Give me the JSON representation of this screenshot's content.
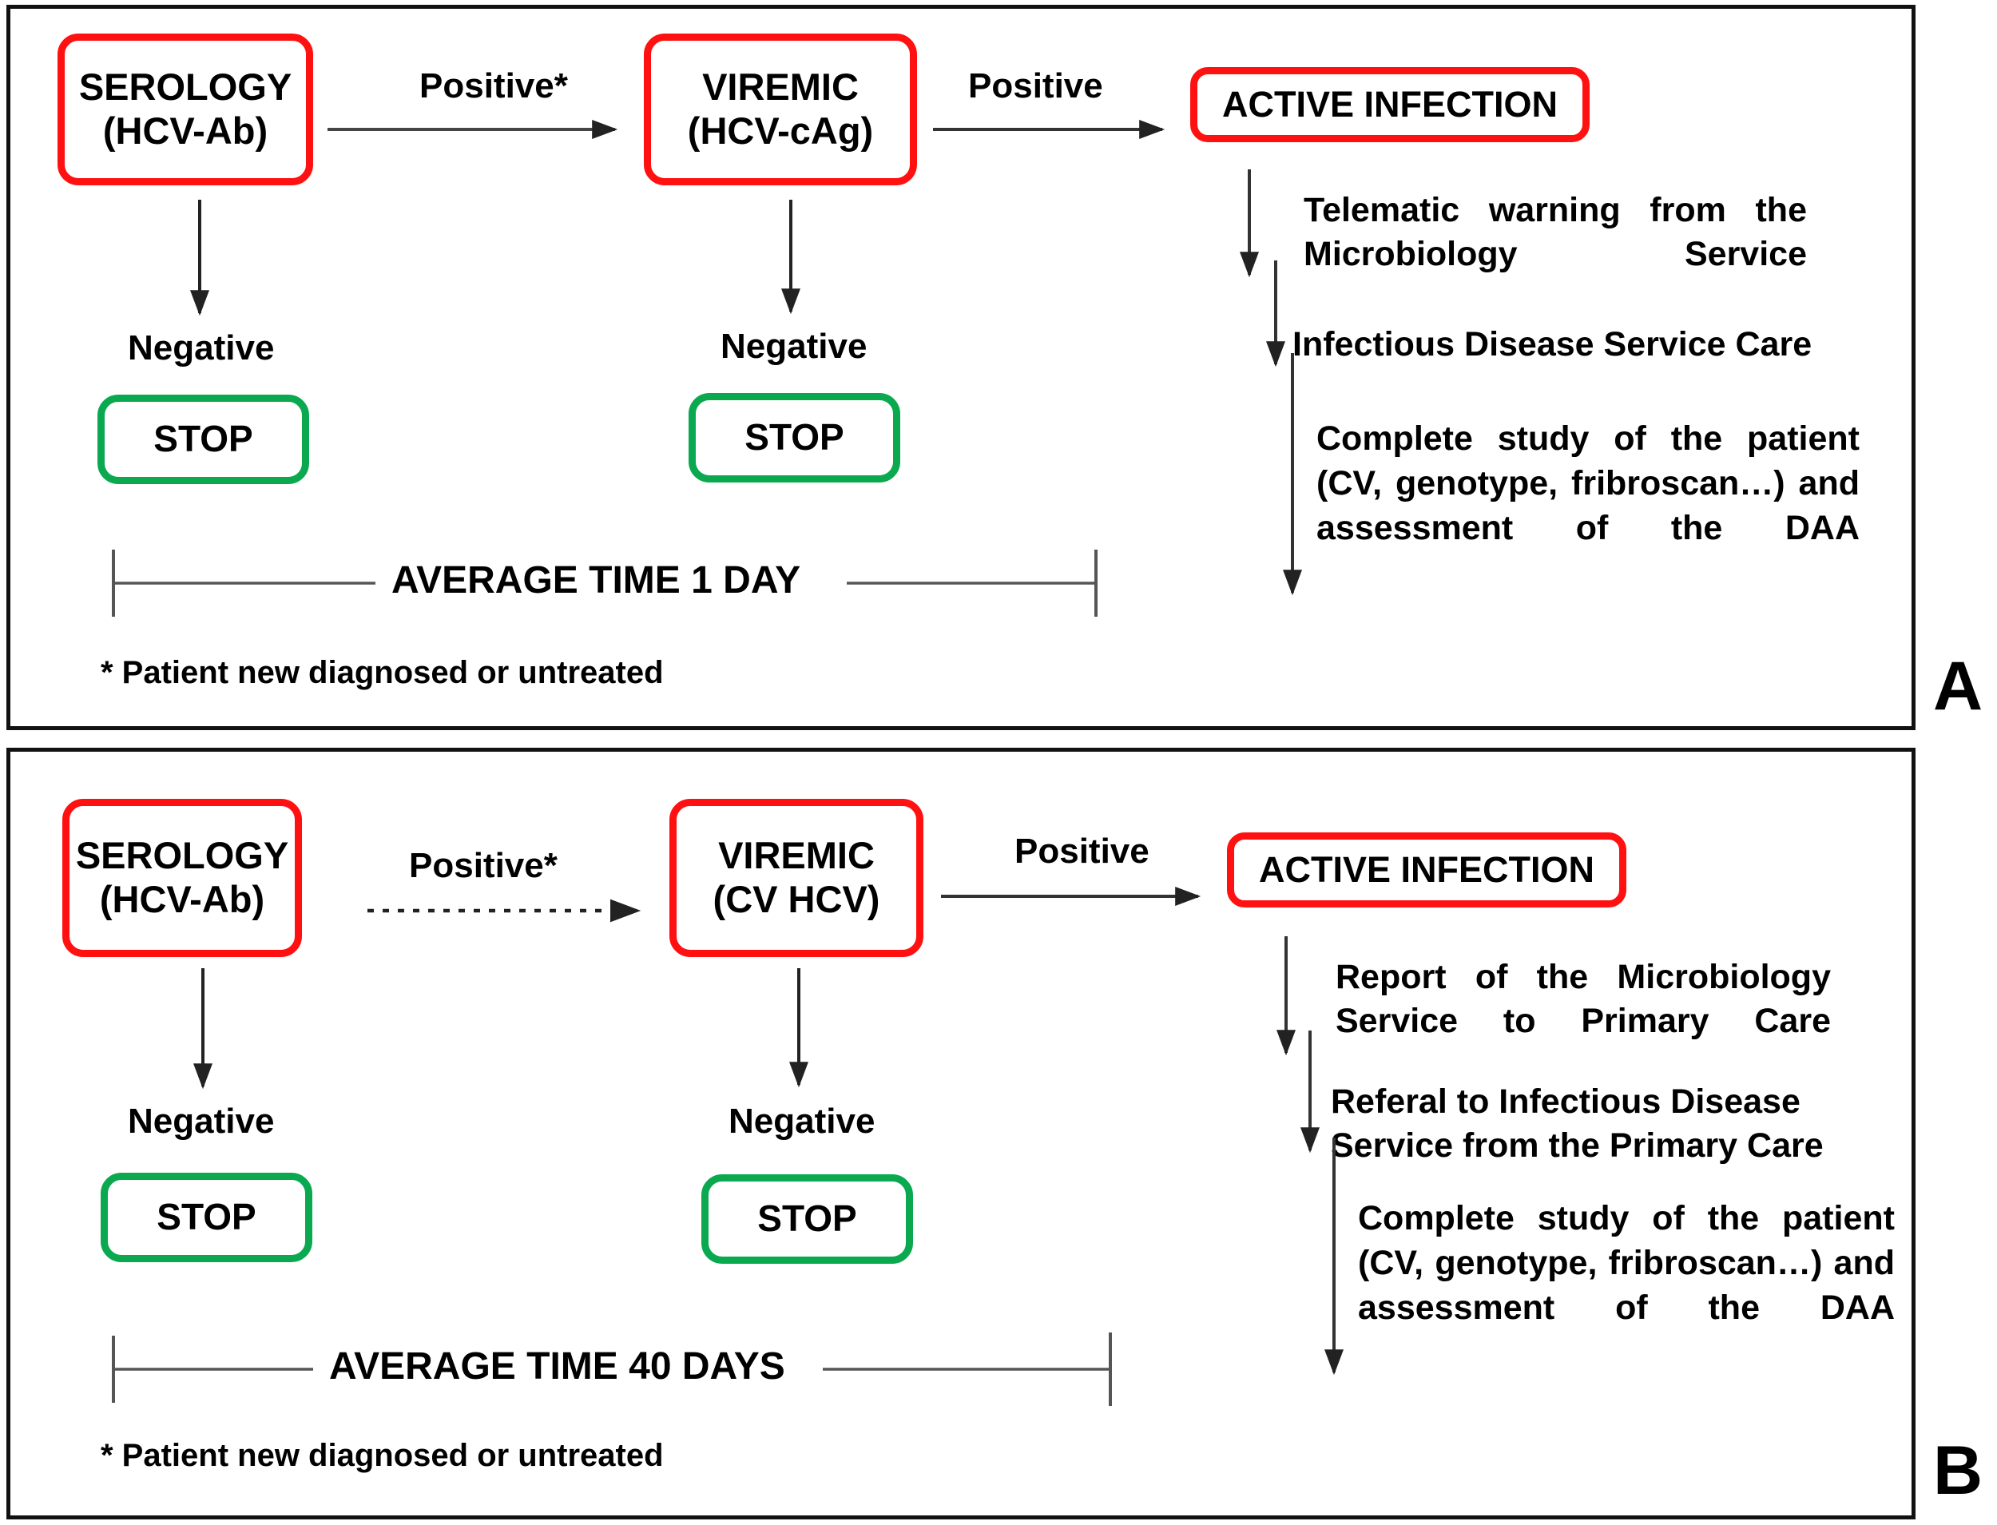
{
  "figure": {
    "type": "flowchart",
    "panels": [
      {
        "letter": "A",
        "nodes": {
          "serology": {
            "line1": "SEROLOGY",
            "line2": "(HCV-Ab)",
            "border_color": "#FF1111"
          },
          "viremic": {
            "line1": "VIREMIC",
            "line2": "(HCV-cAg)",
            "border_color": "#FF1111"
          },
          "active": {
            "line1": "ACTIVE INFECTION",
            "border_color": "#FF1111"
          },
          "stop1": {
            "line1": "STOP",
            "border_color": "#0AA94F"
          },
          "stop2": {
            "line1": "STOP",
            "border_color": "#0AA94F"
          }
        },
        "edges": {
          "serology_to_viremic": "Positive*",
          "viremic_to_active": "Positive",
          "serology_down": "Negative",
          "viremic_down": "Negative"
        },
        "steps": [
          "Telematic warning from the Microbiology Service",
          "Infectious Disease Service Care",
          "Complete study of the patient (CV, genotype, fribroscan…) and assessment of the DAA"
        ],
        "timeline_label": "AVERAGE TIME 1 DAY",
        "footnote": "* Patient new diagnosed or untreated"
      },
      {
        "letter": "B",
        "nodes": {
          "serology": {
            "line1": "SEROLOGY",
            "line2": "(HCV-Ab)",
            "border_color": "#FF1111"
          },
          "viremic": {
            "line1": "VIREMIC",
            "line2": "(CV HCV)",
            "border_color": "#FF1111"
          },
          "active": {
            "line1": "ACTIVE INFECTION",
            "border_color": "#FF1111"
          },
          "stop1": {
            "line1": "STOP",
            "border_color": "#0AA94F"
          },
          "stop2": {
            "line1": "STOP",
            "border_color": "#0AA94F"
          }
        },
        "edges": {
          "serology_to_viremic": "Positive*",
          "viremic_to_active": "Positive",
          "serology_down": "Negative",
          "viremic_down": "Negative"
        },
        "steps": [
          "Report of the Microbiology Service to Primary Care",
          "Referal to Infectious Disease Service from the Primary Care",
          "Complete study of the patient (CV, genotype, fribroscan…) and assessment of the DAA"
        ],
        "timeline_label": "AVERAGE TIME 40 DAYS",
        "footnote": "* Patient new diagnosed or untreated"
      }
    ],
    "colors": {
      "node_red": "#FF1111",
      "node_green": "#0AA94F",
      "frame": "#111111",
      "arrow": "#333333",
      "text": "#000000"
    }
  }
}
